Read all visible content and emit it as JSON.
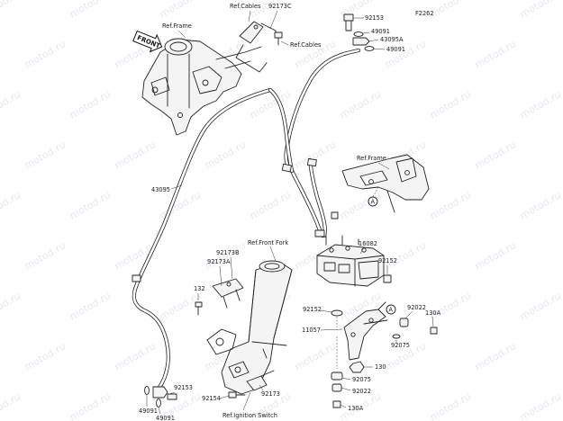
{
  "figure_code": "F2262",
  "front_label": "FRONT",
  "watermark": "motod.ru",
  "callouts": {
    "p92153_top": "92153",
    "p49091_a": "49091",
    "p43095a": "43095A",
    "p49091_b": "49091",
    "p92173c": "92173C",
    "p43095": "43095",
    "p16082": "16082",
    "p92152_a": "92152",
    "p92173b": "92173B",
    "p92173a": "92173A",
    "p132": "132",
    "p92152_b": "92152",
    "p11057": "11057",
    "p92022_a": "92022",
    "p130a_a": "130A",
    "p92075_a": "92075",
    "p130": "130",
    "p92075_b": "92075",
    "p92022_b": "92022",
    "p130a_b": "130A",
    "p92153_bot": "92153",
    "p92154": "92154",
    "p92173": "92173",
    "p49091_c": "49091",
    "p49091_d": "49091",
    "circle_a1": "A",
    "circle_a2": "A"
  },
  "refs": {
    "frame_top": "Ref.Frame",
    "cables_1": "Ref.Cables",
    "cables_2": "Ref.Cables",
    "frame_mid": "Ref.Frame",
    "front_fork": "Ref.Front Fork",
    "ignition_switch": "Ref.Ignition Switch"
  }
}
